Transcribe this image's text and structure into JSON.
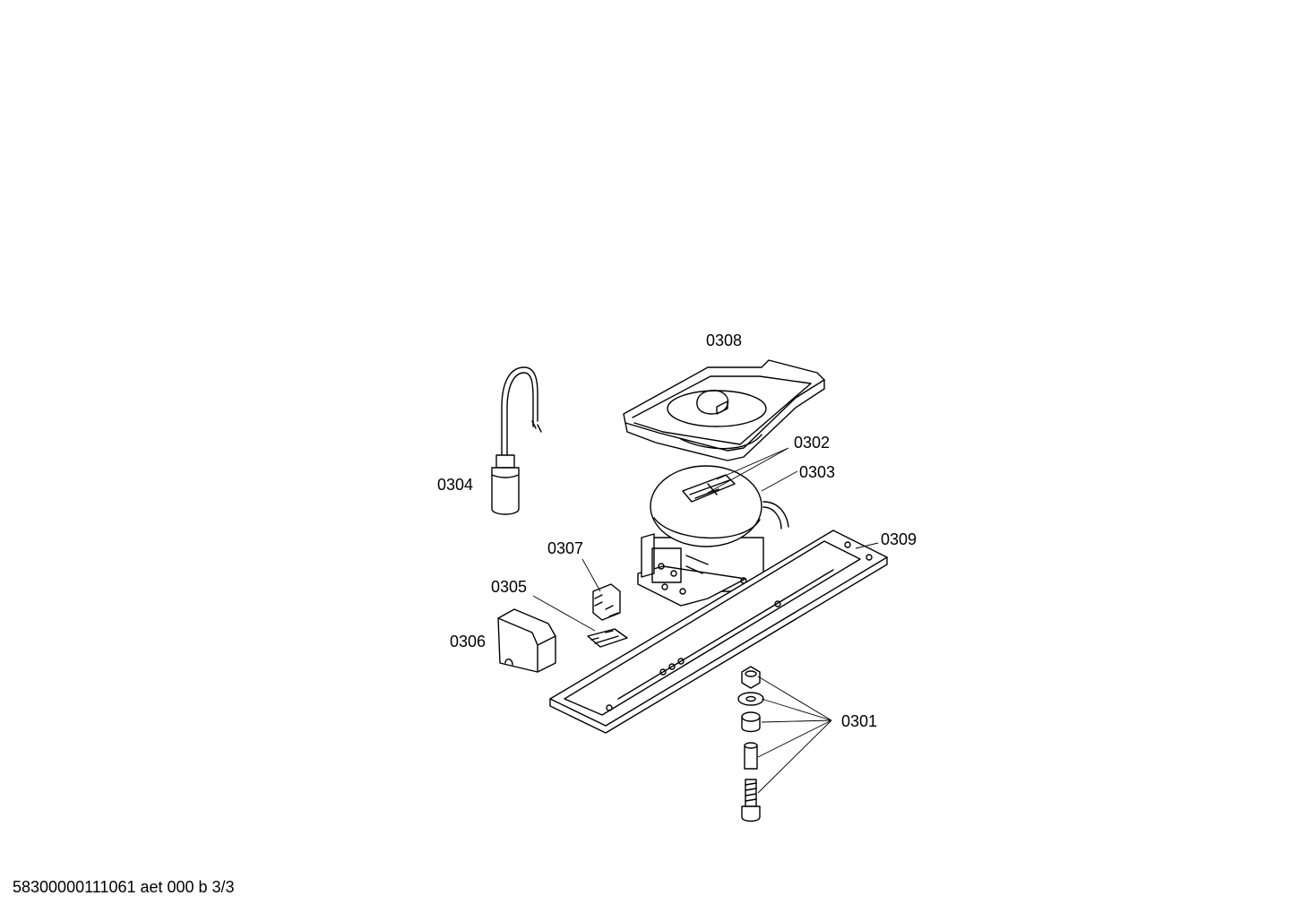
{
  "labels": {
    "p0301": "0301",
    "p0302": "0302",
    "p0303": "0303",
    "p0304": "0304",
    "p0305": "0305",
    "p0306": "0306",
    "p0307": "0307",
    "p0308": "0308",
    "p0309": "0309"
  },
  "footer": "58300000111061 aet 000 b 3/3"
}
